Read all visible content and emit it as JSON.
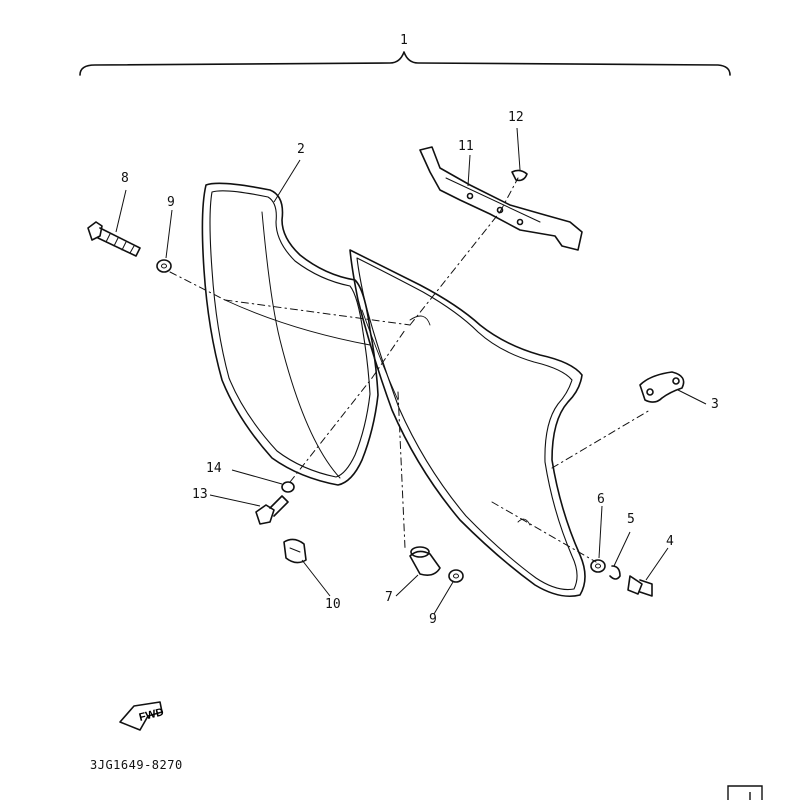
{
  "callouts": {
    "c1": "1",
    "c2": "2",
    "c3": "3",
    "c4": "4",
    "c5": "5",
    "c6": "6",
    "c7": "7",
    "c8": "8",
    "c9a": "9",
    "c9b": "9",
    "c10": "10",
    "c11": "11",
    "c12": "12",
    "c13": "13",
    "c14": "14"
  },
  "fwd_label": "FWD",
  "part_code": "3JG1649-8270"
}
